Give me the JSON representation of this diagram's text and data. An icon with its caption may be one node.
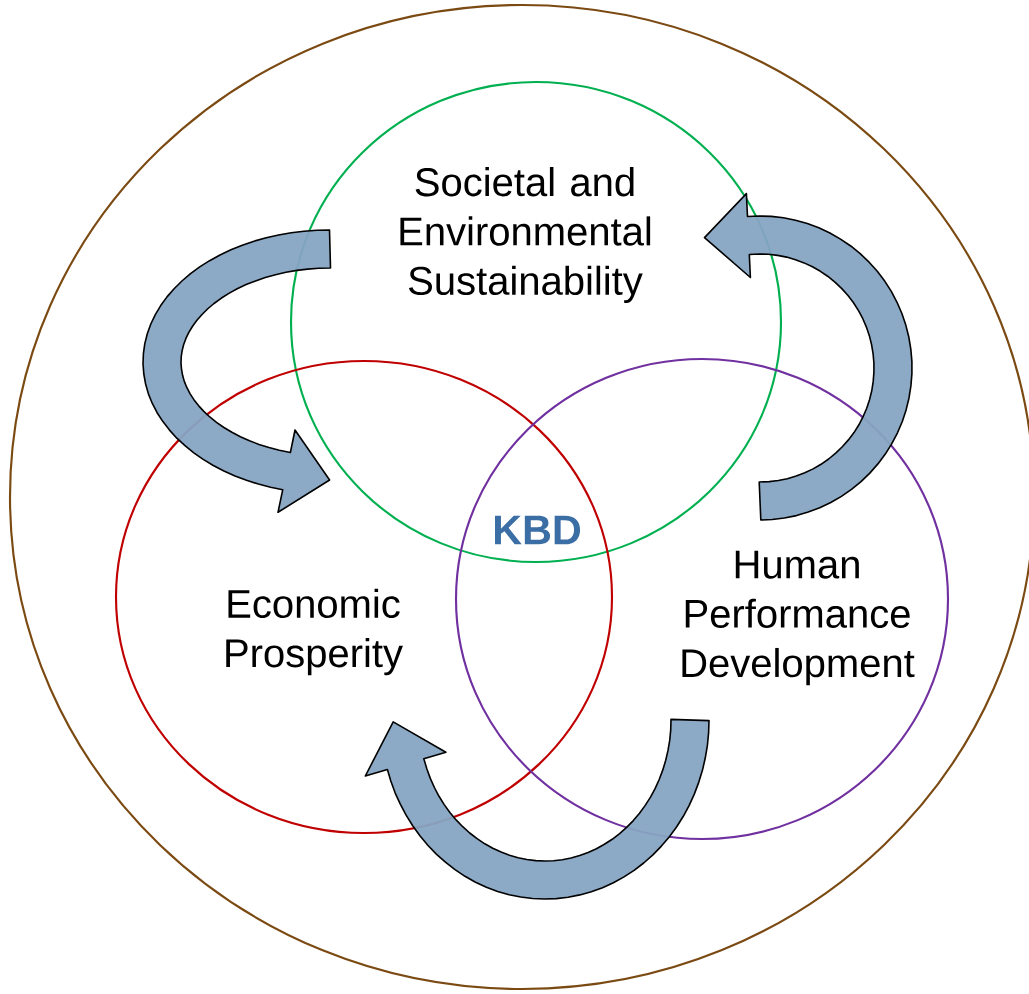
{
  "diagram": {
    "nodes": [
      {
        "text": [],
        "shape": "circle"
      },
      {
        "text": [
          "Societal and Environmental Sustainability"
        ],
        "in": 0
      },
      {
        "text": [
          "Economic Prosperity"
        ],
        "in": 0
      },
      {
        "text": [
          "Human Performance Development"
        ],
        "in": 0
      }
    ],
    "edges": [
      {
        "from": 1,
        "to": 2,
        "arrow": "to"
      },
      {
        "from": 3,
        "to": 1,
        "arrow": "to"
      },
      {
        "from": 3,
        "to": 2,
        "arrow": "to"
      }
    ],
    "labels": [
      "KBD"
    ]
  }
}
